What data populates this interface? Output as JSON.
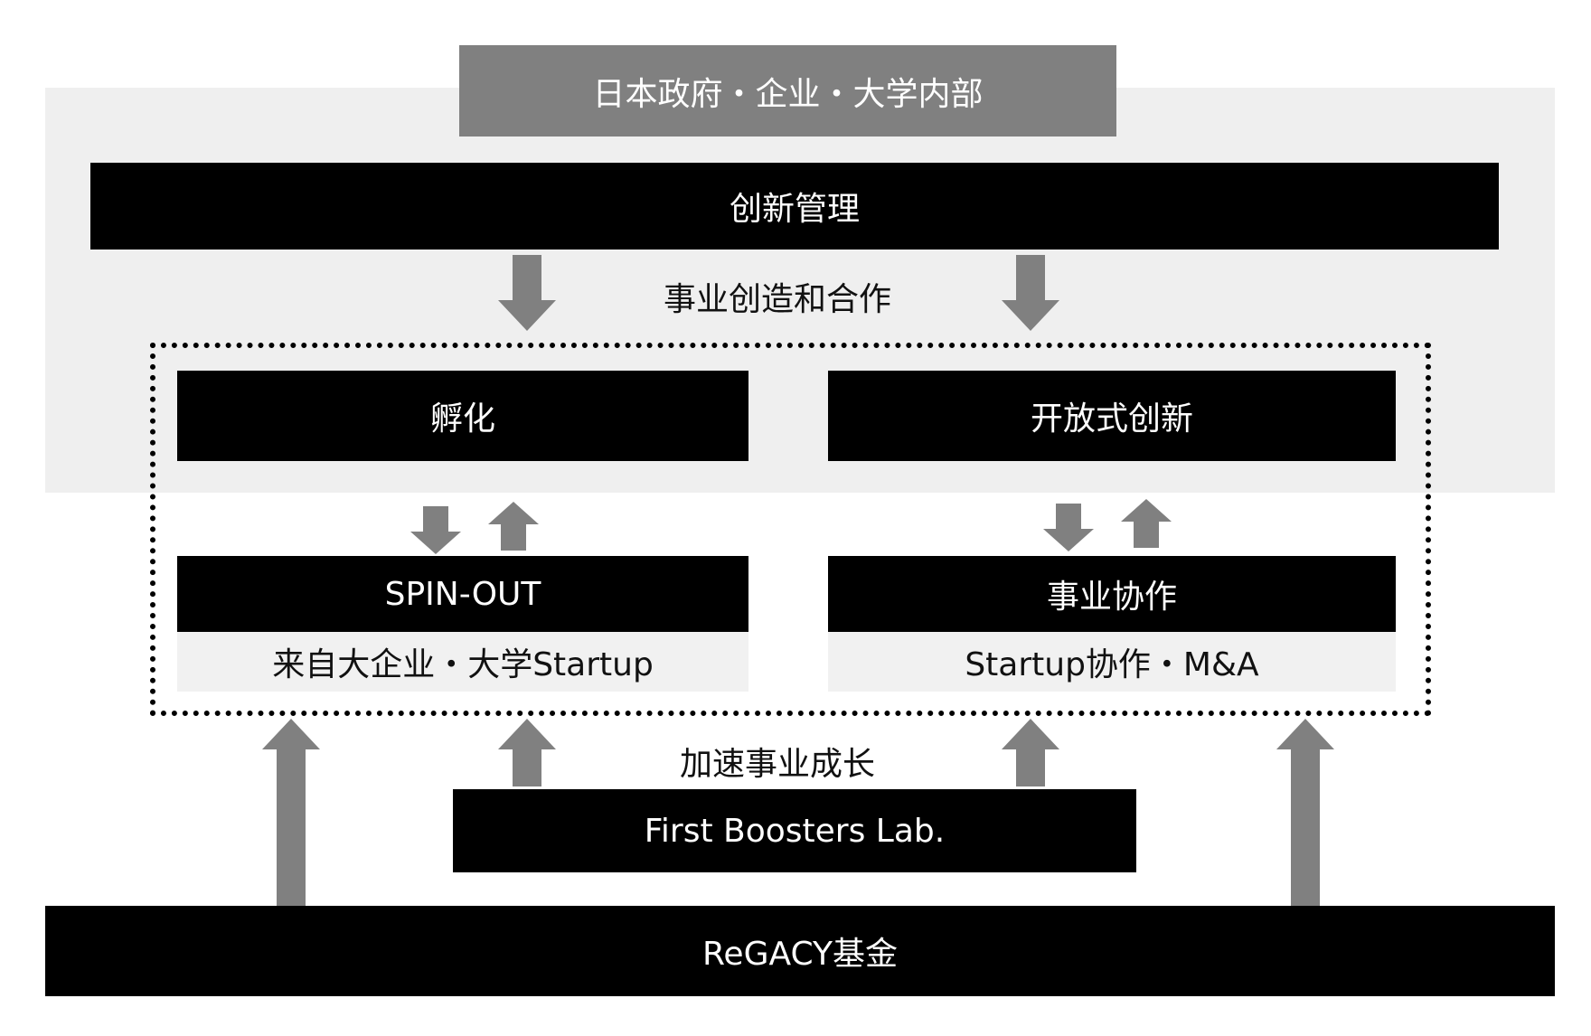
{
  "header": {
    "label": "日本政府・企业・大学内部"
  },
  "management": {
    "label": "创新管理"
  },
  "creation_label": "事业创造和合作",
  "incubation": {
    "label": "孵化"
  },
  "open_innovation": {
    "label": "开放式创新"
  },
  "spin_out": {
    "title": "SPIN-OUT",
    "subtitle": "来自大企业・大学Startup"
  },
  "collaboration": {
    "title": "事业协作",
    "subtitle": "Startup协作・M&A"
  },
  "acceleration_label": "加速事业成长",
  "boosters": {
    "label": "First Boosters Lab."
  },
  "fund": {
    "label": "ReGACY基金"
  },
  "colors": {
    "dark": "#000000",
    "arrow": "#808080",
    "panel": "#efefef",
    "sub": "#f1f1f1"
  }
}
